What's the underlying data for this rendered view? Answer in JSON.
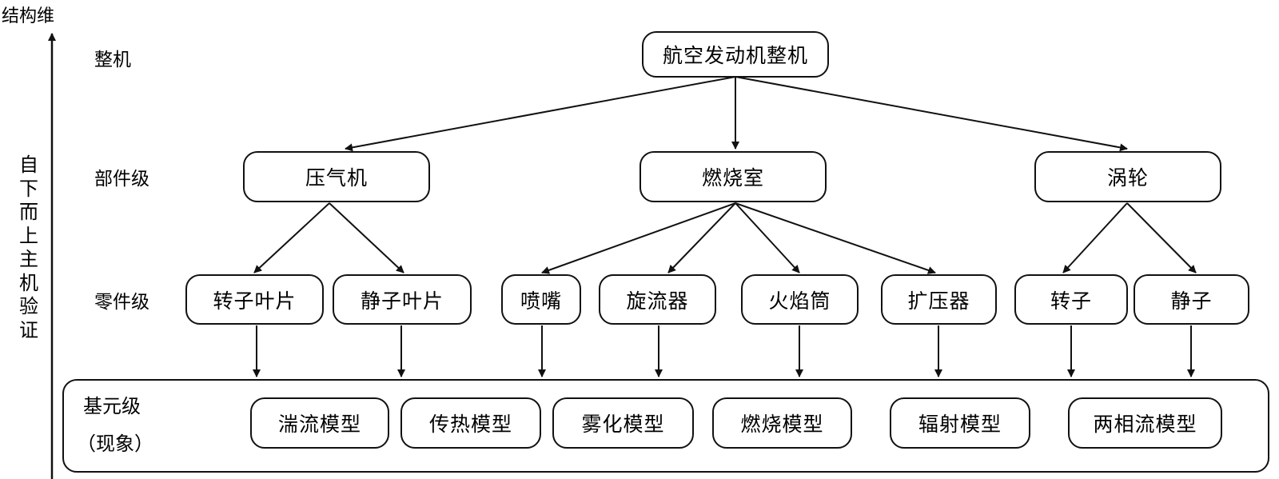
{
  "axis": {
    "title": "结构维",
    "side_text": "自下而上主机验证"
  },
  "levels": {
    "whole": "整机",
    "component": "部件级",
    "part": "零件级",
    "base_line1": "基元级",
    "base_line2": "（现象）"
  },
  "engine": {
    "label": "航空发动机整机"
  },
  "components": {
    "compressor": "压气机",
    "combustor": "燃烧室",
    "turbine": "涡轮"
  },
  "parts": {
    "rotor_blade": "转子叶片",
    "stator_blade": "静子叶片",
    "nozzle": "喷嘴",
    "swirler": "旋流器",
    "flame_tube": "火焰筒",
    "diffuser": "扩压器",
    "rotor": "转子",
    "stator": "静子"
  },
  "models": {
    "turbulence": "湍流模型",
    "heat_transfer": "传热模型",
    "atomization": "雾化模型",
    "combustion": "燃烧模型",
    "radiation": "辐射模型",
    "two_phase": "两相流模型"
  }
}
